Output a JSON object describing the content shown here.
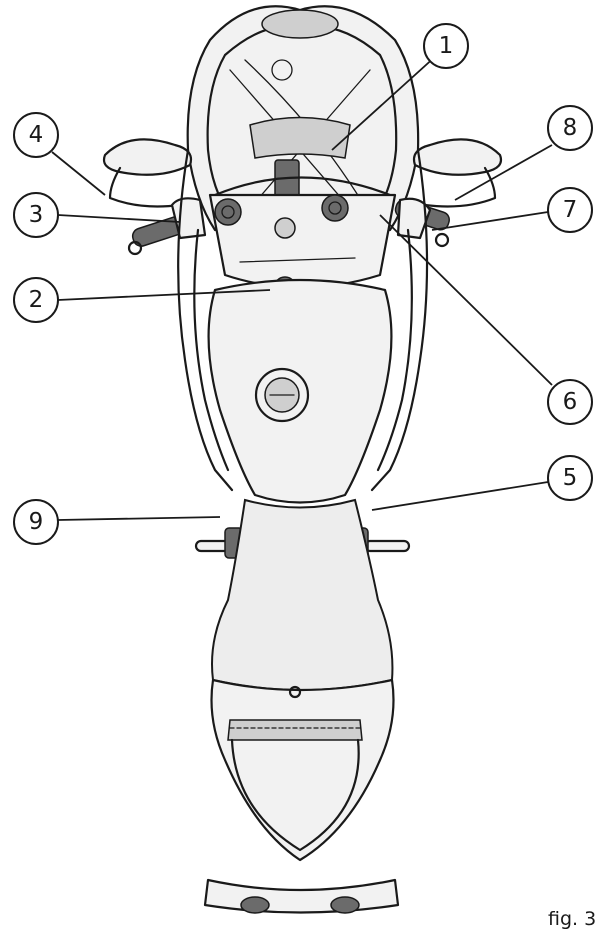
{
  "figure": {
    "label": "fig. 3"
  },
  "callouts": [
    {
      "id": "1",
      "text": "1"
    },
    {
      "id": "2",
      "text": "2"
    },
    {
      "id": "3",
      "text": "3"
    },
    {
      "id": "4",
      "text": "4"
    },
    {
      "id": "5",
      "text": "5"
    },
    {
      "id": "6",
      "text": "6"
    },
    {
      "id": "7",
      "text": "7"
    },
    {
      "id": "8",
      "text": "8"
    },
    {
      "id": "9",
      "text": "9"
    }
  ]
}
